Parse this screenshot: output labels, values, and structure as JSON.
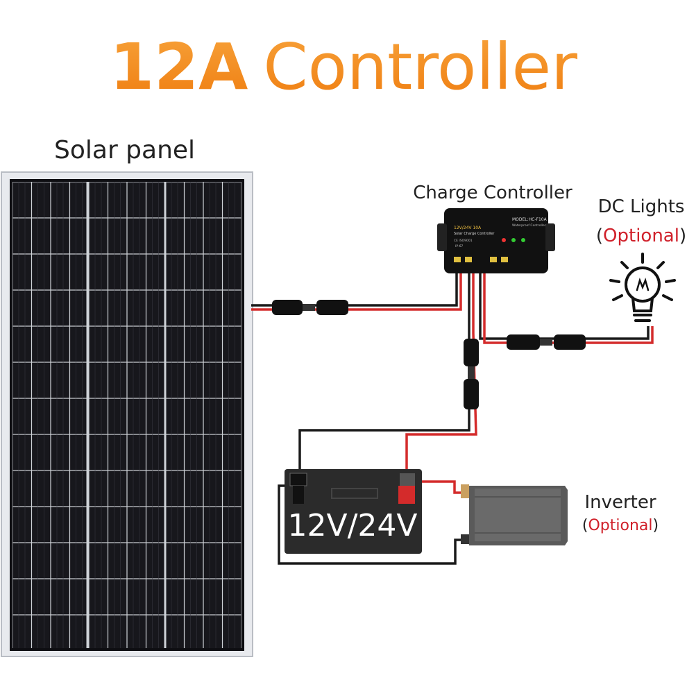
{
  "title": {
    "emphasis": "12A",
    "rest": "Controller",
    "color": "#f4901e"
  },
  "solar_panel": {
    "label": "Solar panel"
  },
  "controller": {
    "label": "Charge Controller",
    "model": "MODEL:HC-F10A",
    "subtitle": "Waterproof Controller",
    "spec": "12V/24V 10A",
    "name": "Solar Charge Controller",
    "cert": "CE ISO9001",
    "ip": "IP-67"
  },
  "lights": {
    "label": "DC Lights",
    "open": "(",
    "optional": "Optional",
    "close": ")"
  },
  "battery": {
    "label": "12V/24V"
  },
  "inverter": {
    "label": "Inverter",
    "open": "(",
    "optional": "Optional",
    "close": ")"
  },
  "colors": {
    "positive": "#d42b2b",
    "negative": "#1a1a1a",
    "optional": "#d0202a",
    "panel": "#15151a"
  }
}
